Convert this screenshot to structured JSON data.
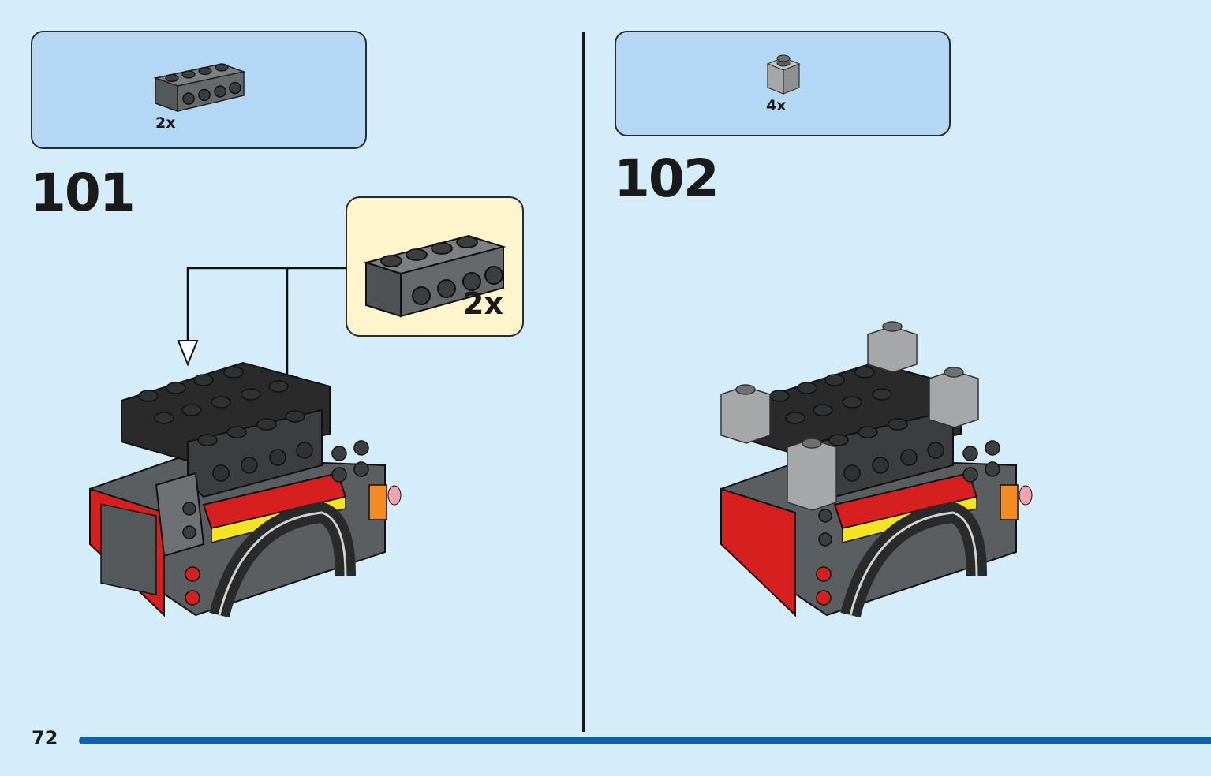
{
  "steps": [
    {
      "number": "101",
      "parts": [
        {
          "name": "brick-1x4-with-side-studs",
          "color": "#6b6e70",
          "quantity": "2x"
        }
      ],
      "callout": {
        "quantity": "2x"
      }
    },
    {
      "number": "102",
      "parts": [
        {
          "name": "brick-1x1",
          "color": "#a5a7a9",
          "quantity": "4x"
        }
      ]
    }
  ],
  "page": {
    "number": "72"
  },
  "colors": {
    "background": "#d5ecfb",
    "parts_box": "#b3d7f5",
    "callout_box": "#fff5cc",
    "progress": "#0b63b0",
    "dark_gray": "#5b5e61",
    "light_gray": "#a5a7a9",
    "black": "#2a2a2a",
    "red": "#d61f1f",
    "yellow": "#f5e326"
  }
}
